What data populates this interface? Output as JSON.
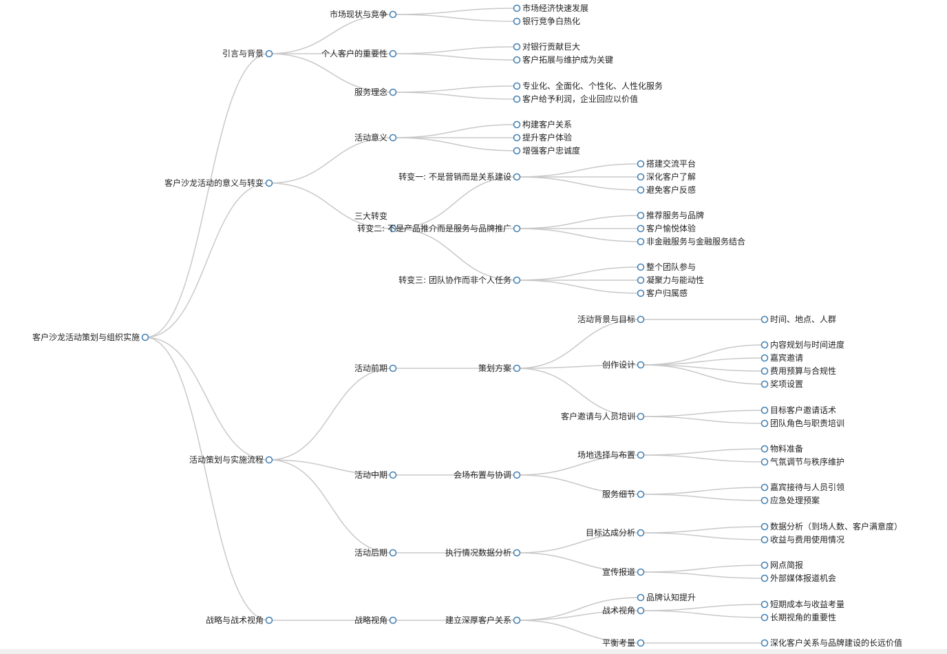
{
  "colors": {
    "node_stroke": "#4682b4",
    "link": "#c8c8c8"
  },
  "tree": {
    "label": "客户沙龙活动策划与组织实施",
    "children": [
      {
        "label": "引言与背景",
        "children": [
          {
            "label": "市场现状与竞争",
            "children": [
              {
                "label": "市场经济快速发展"
              },
              {
                "label": "银行竞争白热化"
              }
            ]
          },
          {
            "label": "个人客户的重要性",
            "children": [
              {
                "label": "对银行贡献巨大"
              },
              {
                "label": "客户拓展与维护成为关键"
              }
            ]
          },
          {
            "label": "服务理念",
            "children": [
              {
                "label": "专业化、全面化、个性化、人性化服务"
              },
              {
                "label": "客户给予利润，企业回应以价值"
              }
            ]
          }
        ]
      },
      {
        "label": "客户沙龙活动的意义与转变",
        "children": [
          {
            "label": "活动意义",
            "children": [
              {
                "label": "构建客户关系"
              },
              {
                "label": "提升客户体验"
              },
              {
                "label": "增强客户忠诚度"
              }
            ]
          },
          {
            "label": "三大转变",
            "children": [
              {
                "label": "转变一: 不是营销而是关系建设",
                "children": [
                  {
                    "label": "搭建交流平台"
                  },
                  {
                    "label": "深化客户了解"
                  },
                  {
                    "label": "避免客户反感"
                  }
                ]
              },
              {
                "label": "转变二: 不是产品推介而是服务与品牌推广",
                "children": [
                  {
                    "label": "推荐服务与品牌"
                  },
                  {
                    "label": "客户愉悦体验"
                  },
                  {
                    "label": "非金融服务与金融服务结合"
                  }
                ]
              },
              {
                "label": "转变三: 团队协作而非个人任务",
                "children": [
                  {
                    "label": "整个团队参与"
                  },
                  {
                    "label": "凝聚力与能动性"
                  },
                  {
                    "label": "客户归属感"
                  }
                ]
              }
            ]
          }
        ]
      },
      {
        "label": "活动策划与实施流程",
        "children": [
          {
            "label": "活动前期",
            "children": [
              {
                "label": "策划方案",
                "children": [
                  {
                    "label": "活动背景与目标",
                    "children": [
                      {
                        "label": "时间、地点、人群"
                      }
                    ]
                  },
                  {
                    "label": "创作设计",
                    "children": [
                      {
                        "label": "内容规划与时间进度"
                      },
                      {
                        "label": "嘉宾邀请"
                      },
                      {
                        "label": "费用预算与合规性"
                      },
                      {
                        "label": "奖项设置"
                      }
                    ]
                  },
                  {
                    "label": "客户邀请与人员培训",
                    "children": [
                      {
                        "label": "目标客户邀请话术"
                      },
                      {
                        "label": "团队角色与职责培训"
                      }
                    ]
                  }
                ]
              }
            ]
          },
          {
            "label": "活动中期",
            "children": [
              {
                "label": "会场布置与协调",
                "children": [
                  {
                    "label": "场地选择与布置",
                    "children": [
                      {
                        "label": "物料准备"
                      },
                      {
                        "label": "气氛调节与秩序维护"
                      }
                    ]
                  },
                  {
                    "label": "服务细节",
                    "children": [
                      {
                        "label": "嘉宾接待与人员引领"
                      },
                      {
                        "label": "应急处理预案"
                      }
                    ]
                  }
                ]
              }
            ]
          },
          {
            "label": "活动后期",
            "children": [
              {
                "label": "执行情况数据分析",
                "children": [
                  {
                    "label": "目标达成分析",
                    "children": [
                      {
                        "label": "数据分析（到场人数、客户满意度）"
                      },
                      {
                        "label": "收益与费用使用情况"
                      }
                    ]
                  },
                  {
                    "label": "宣传报道",
                    "children": [
                      {
                        "label": "网点简报"
                      },
                      {
                        "label": "外部媒体报道机会"
                      }
                    ]
                  }
                ]
              }
            ]
          }
        ]
      },
      {
        "label": "战略与战术视角",
        "children": [
          {
            "label": "战略视角",
            "children": [
              {
                "label": "建立深厚客户关系",
                "children": [
                  {
                    "label": "品牌认知提升"
                  },
                  {
                    "label": "战术视角",
                    "children": [
                      {
                        "label": "短期成本与收益考量"
                      },
                      {
                        "label": "长期视角的重要性"
                      }
                    ]
                  },
                  {
                    "label": "平衡考量",
                    "children": [
                      {
                        "label": "深化客户关系与品牌建设的长远价值"
                      }
                    ]
                  }
                ]
              }
            ]
          }
        ]
      }
    ]
  }
}
